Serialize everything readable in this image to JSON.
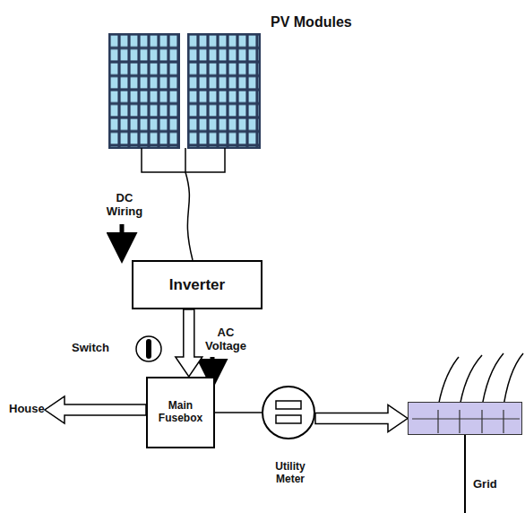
{
  "diagram": {
    "nodes": [
      {
        "text": [
          "PV Modules"
        ]
      },
      {
        "text": [
          "Inverter"
        ]
      },
      {
        "text": [
          "Main Fusebox"
        ]
      },
      {
        "text": [
          "Utility Meter"
        ]
      },
      {
        "text": [
          "Grid"
        ]
      }
    ],
    "edges": [
      {
        "from": 0,
        "to": 1,
        "arrow": "none"
      },
      {
        "from": 1,
        "to": 2,
        "arrow": "to"
      },
      {
        "from": 2,
        "to": 3,
        "arrow": "none"
      },
      {
        "from": 3,
        "to": 4,
        "arrow": "to"
      }
    ],
    "labels": [
      "DC Wiring",
      "Switch",
      "AC Voltage",
      "House"
    ]
  }
}
